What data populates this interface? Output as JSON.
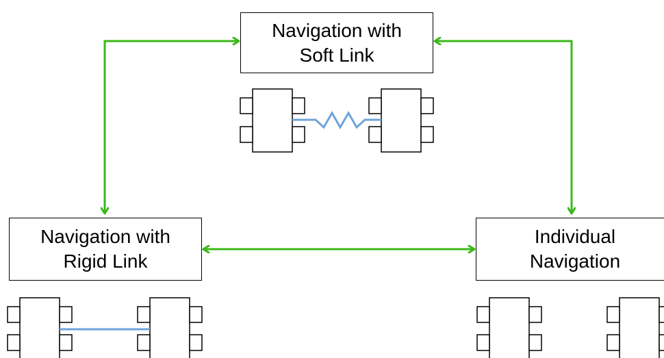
{
  "colors": {
    "arrow": "#3ab81a",
    "rigid_link": "#6fa3d8",
    "spring_link": "#6fa3d8",
    "box_border": "#000000",
    "robot_outline": "#000000"
  },
  "nodes": {
    "soft_link": {
      "line1": "Navigation with",
      "line2": "Soft Link"
    },
    "rigid_link": {
      "line1": "Navigation with",
      "line2": "Rigid Link"
    },
    "individual": {
      "line1": "Individual",
      "line2": "Navigation"
    }
  },
  "edges": [
    {
      "from": "rigid_link",
      "to": "soft_link",
      "direction": "both"
    },
    {
      "from": "soft_link",
      "to": "individual",
      "direction": "both"
    },
    {
      "from": "rigid_link",
      "to": "individual",
      "direction": "both"
    }
  ],
  "icons": {
    "soft_pair": "robot-pair-spring-link-icon",
    "rigid_pair": "robot-pair-rigid-link-icon",
    "individual_pair": "robot-pair-unlinked-icon"
  }
}
